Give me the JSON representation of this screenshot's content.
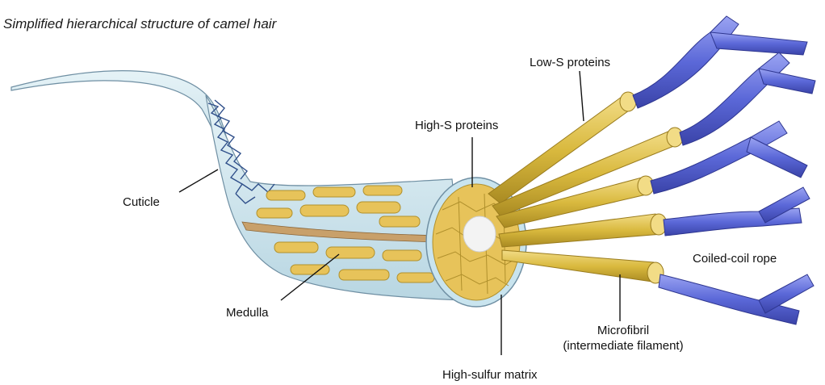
{
  "title": "Simplified hierarchical structure of camel hair",
  "labels": {
    "cuticle": "Cuticle",
    "medulla": "Medulla",
    "high_s_proteins": "High-S proteins",
    "low_s_proteins": "Low-S proteins",
    "coiled_coil_rope": "Coiled-coil rope",
    "microfibril_line1": "Microfibril",
    "microfibril_line2": "(intermediate filament)",
    "high_sulfur_matrix": "High-sulfur matrix"
  },
  "colors": {
    "hair_shell": "#cfe6ee",
    "cuticle_scale": "#2f4f8a",
    "cortex_cell": "#e7c35a",
    "microfibril": "#d9b93e",
    "coil": "#5b68d8",
    "medulla": "#a0784a"
  }
}
